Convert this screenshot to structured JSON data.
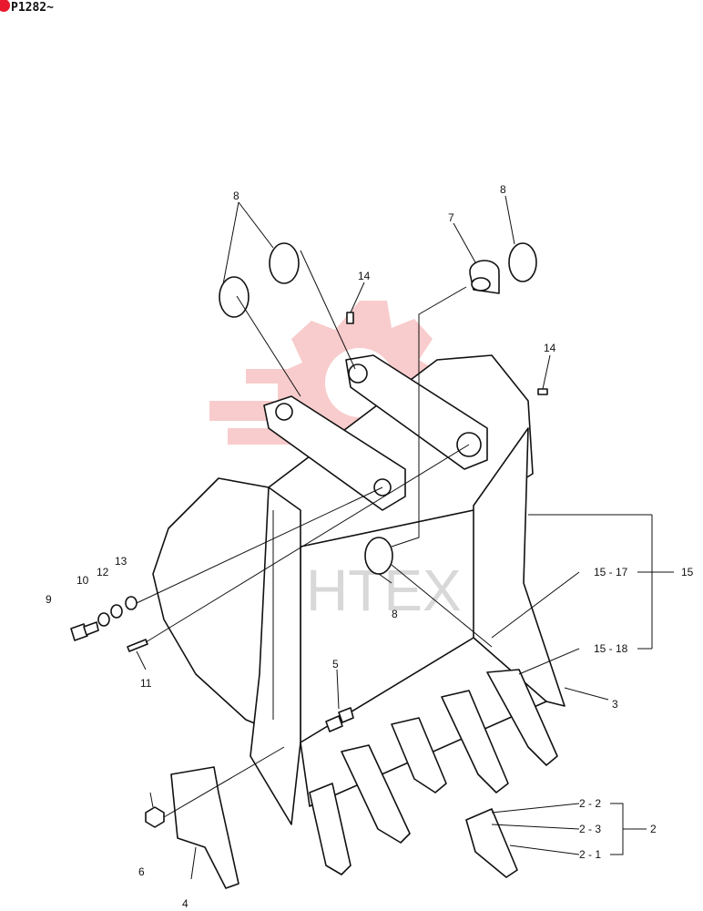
{
  "header": {
    "serial": "P1282~"
  },
  "watermark": {
    "text": "ИНТЕХ"
  },
  "colors": {
    "ink": "#111111",
    "watermark_gear": "#f4a3a3",
    "watermark_text": "#d8d8d8",
    "header_dot": "#e8192c"
  },
  "callouts": {
    "c8a": "8",
    "c8b": "8",
    "c8c": "8",
    "c7": "7",
    "c14a": "14",
    "c14b": "14",
    "c15": "15",
    "c15_17": "15 - 17",
    "c15_18": "15 - 18",
    "c13": "13",
    "c12": "12",
    "c10": "10",
    "c9": "9",
    "c11": "11",
    "c5": "5",
    "c3": "3",
    "c6": "6",
    "c4": "4",
    "c2": "2",
    "c2_2": "2 - 2",
    "c2_3": "2 - 3",
    "c2_1": "2 - 1"
  }
}
